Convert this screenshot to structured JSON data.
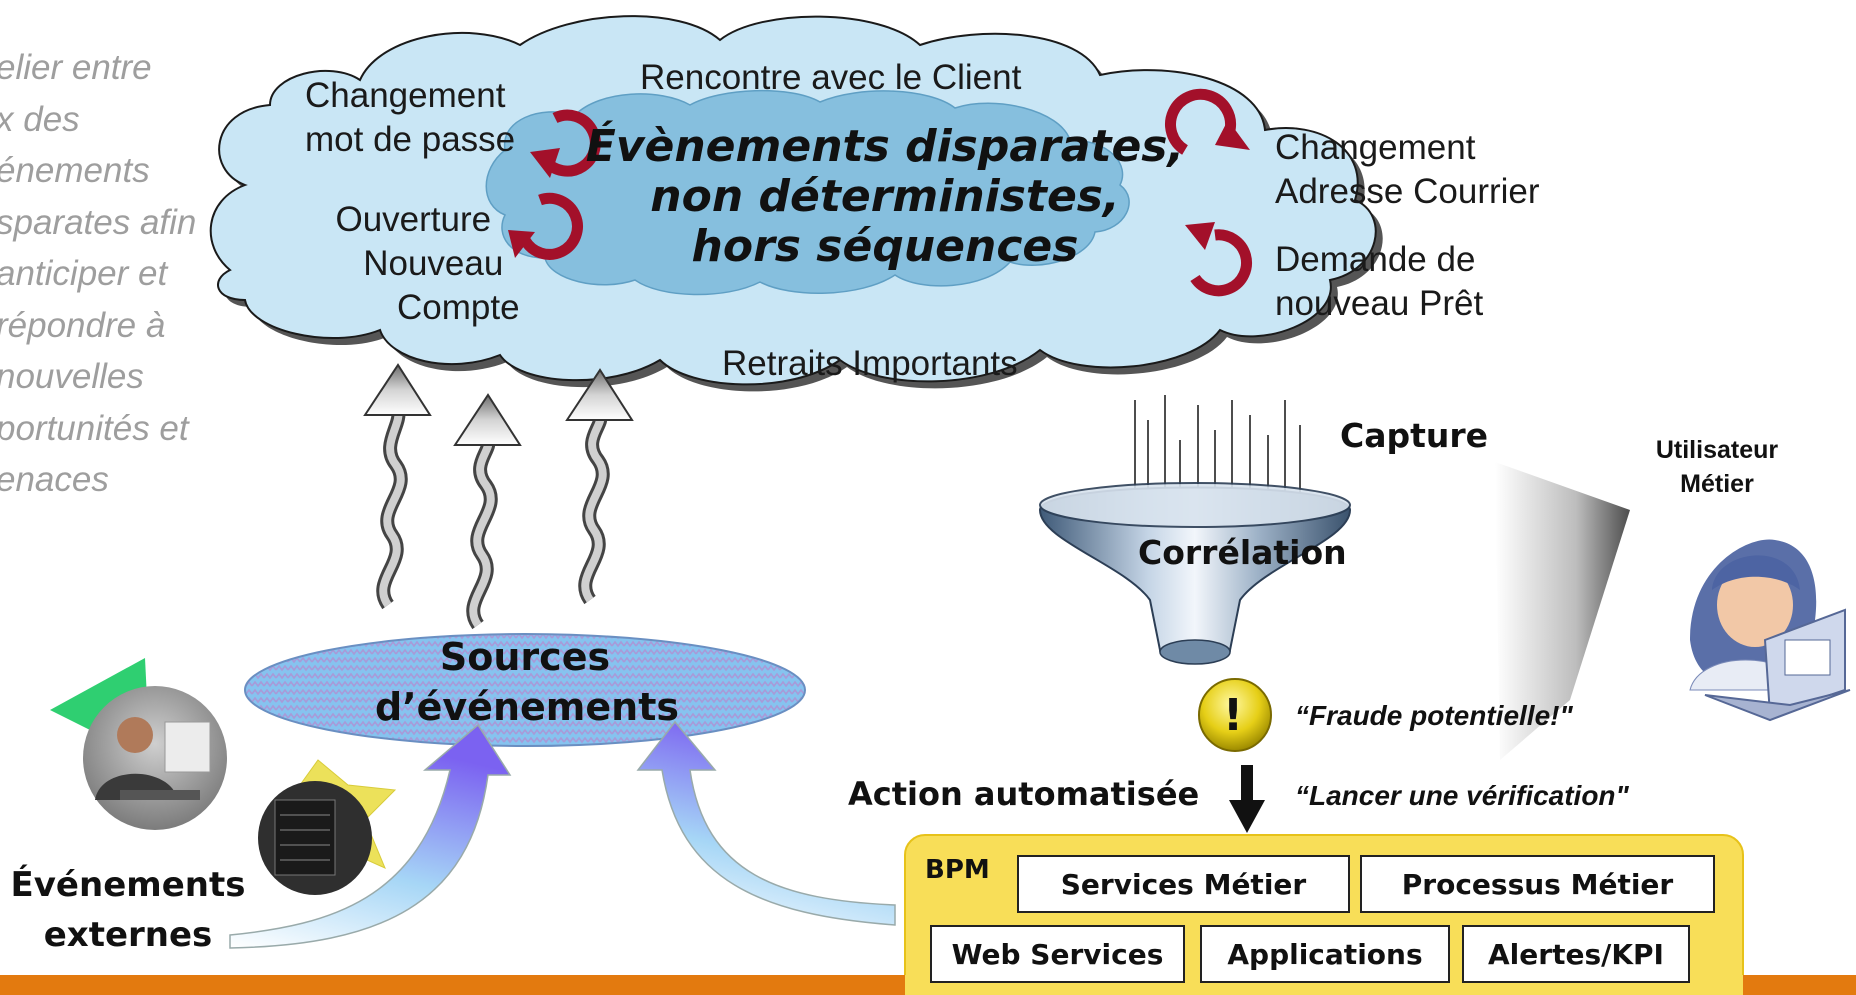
{
  "intro_text": [
    "elier entre",
    "x des",
    "énements",
    "sparates afin",
    "anticiper et",
    "répondre à",
    "nouvelles",
    "portunités et",
    "enaces"
  ],
  "cloud": {
    "center": [
      "Évènements disparates,",
      "non déterministes,",
      "hors séquences"
    ],
    "top": "Rencontre avec le Client",
    "bottom": "Retraits Importants",
    "left_top": [
      "Changement",
      "mot de passe"
    ],
    "left_bottom": [
      "Ouverture",
      "Nouveau",
      "Compte"
    ],
    "right_top": [
      "Changement",
      "Adresse Courrier"
    ],
    "right_bottom": [
      "Demande de",
      "nouveau Prêt"
    ]
  },
  "capture_label": "Capture",
  "correlation_label": "Corrélation",
  "user_label": [
    "Utilisateur",
    "Métier"
  ],
  "sources_label": [
    "Sources",
    "d’événements"
  ],
  "external_label": [
    "Événements",
    "externes"
  ],
  "alert": {
    "symbol": "!",
    "text": "“Fraude potentielle!\""
  },
  "action": {
    "label": "Action automatisée",
    "text": "“Lancer une vérification\""
  },
  "bpm": {
    "title": "BPM",
    "boxes_top": [
      "Services Métier",
      "Processus Métier"
    ],
    "boxes_bottom": [
      "Web Services",
      "Applications",
      "Alertes/KPI"
    ]
  },
  "colors": {
    "cloud_fill": "#c9e6f5",
    "inner_cloud": "#86bfde",
    "bpm_fill": "#f8de58",
    "bottom_bar": "#e37a0f",
    "refresh_arrow": "#a3102a"
  }
}
